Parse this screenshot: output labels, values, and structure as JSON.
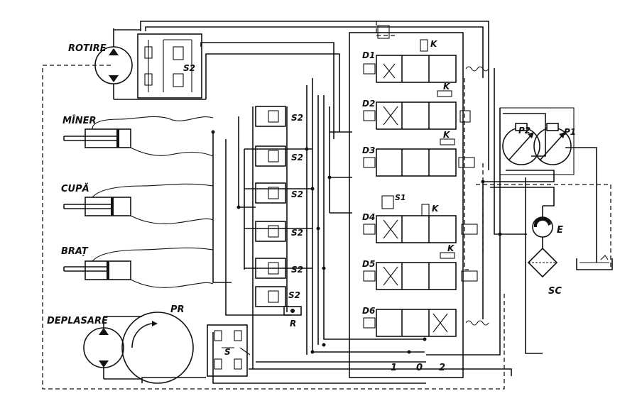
{
  "labels": {
    "rotire": "ROTIRE",
    "miner": "MÎNER",
    "cupa": "CUPĂ",
    "brat": "BRAȚ",
    "deplasare": "DEPLASARE",
    "pr": "PR",
    "s": "S",
    "r": "R",
    "e": "E",
    "sc": "SC",
    "p1": "P1",
    "p2": "P2",
    "s1": "S1",
    "k": "K"
  },
  "pressure_valves": [
    "S2",
    "S2",
    "S2",
    "S2",
    "S2",
    "S2"
  ],
  "rotire_valve_label": "S2",
  "directional_valves": [
    "D1",
    "D2",
    "D3",
    "D4",
    "D5",
    "D6"
  ],
  "positions": [
    "1",
    "0",
    "2"
  ]
}
